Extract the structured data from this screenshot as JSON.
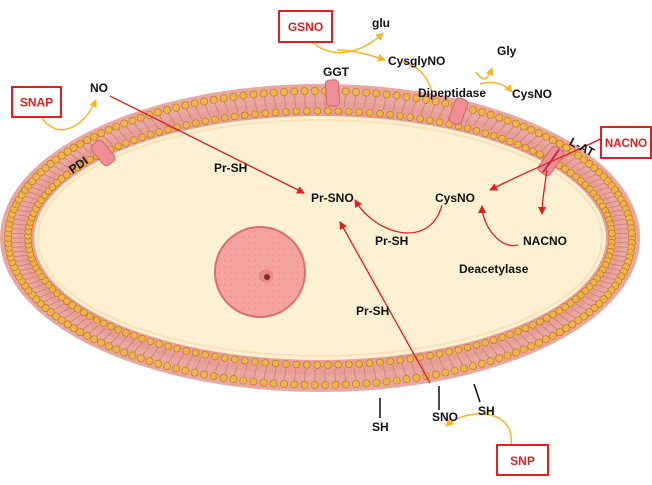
{
  "colors": {
    "membrane_outer": "#e9a7a0",
    "membrane_head": "#f0b24a",
    "membrane_head_edge": "#b57313",
    "cytoplasm": "#fdf0d3",
    "nucleus": "#f4a3a0",
    "nucleus_edge": "#d7706b",
    "arrow_red": "#e01f1f",
    "arrow_yellow": "#f2b82a",
    "box_red": "#e01f1f",
    "channel": "#ef8f95"
  },
  "donors": [
    {
      "id": "gsno",
      "label": "GSNO"
    },
    {
      "id": "snap",
      "label": "SNAP"
    },
    {
      "id": "nacno",
      "label": "NACNO"
    },
    {
      "id": "snp",
      "label": "SNP"
    }
  ],
  "labels": {
    "glu": "glu",
    "ggt": "GGT",
    "cysglyno": "CysglyNO",
    "gly": "Gly",
    "dipeptidase": "Dipeptidase",
    "cysno_outer": "CysNO",
    "no": "NO",
    "pdi": "PDI",
    "l_at": "L-AT",
    "pr_sh_upper": "Pr-SH",
    "pr_sno": "Pr-SNO",
    "cysno_inner": "CysNO",
    "pr_sh_middle": "Pr-SH",
    "nacno_inner": "NACNO",
    "deacetylase": "Deacetylase",
    "pr_sh_lower": "Pr-SH",
    "sh_left": "SH",
    "sno": "SNO",
    "sh_right": "SH"
  },
  "icons": {
    "nucleus": "nucleus-icon",
    "channel": "membrane-channel-icon"
  }
}
